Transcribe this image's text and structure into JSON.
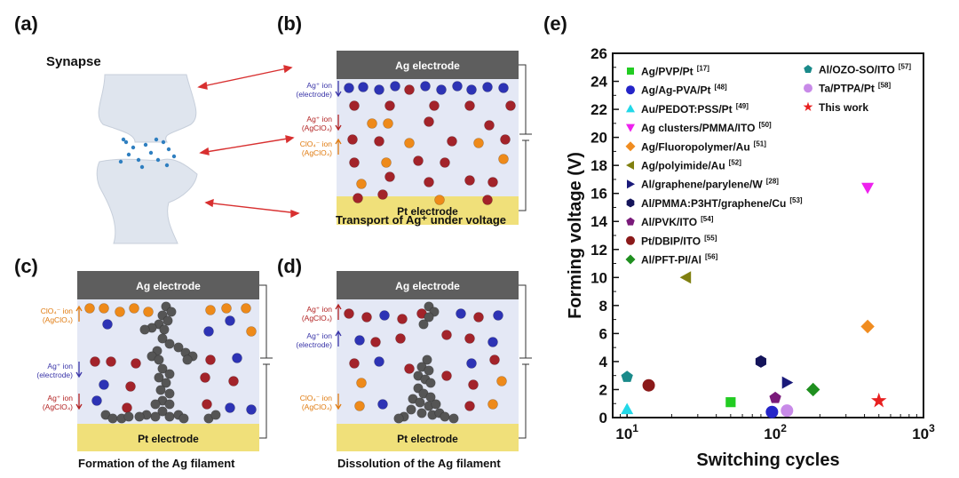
{
  "panels": {
    "a": {
      "label": "(a)",
      "title": "Synapse"
    },
    "b": {
      "label": "(b)",
      "top_electrode": "Ag electrode",
      "bottom_electrode": "Pt electrode",
      "ions": [
        {
          "line1": "Ag⁺ ion",
          "line2": "(electrode)",
          "color": "#3a35a8",
          "dir": "down"
        },
        {
          "line1": "Ag⁺ ion",
          "line2": "(AgClO₄)",
          "color": "#b22222",
          "dir": "down"
        },
        {
          "line1": "ClO₄⁻ ion",
          "line2": "(AgClO₄)",
          "color": "#e07b10",
          "dir": "up"
        }
      ],
      "caption": "Transport of Ag⁺ under voltage"
    },
    "c": {
      "label": "(c)",
      "top_electrode": "Ag electrode",
      "bottom_electrode": "Pt electrode",
      "ions": [
        {
          "line1": "ClO₄⁻ ion",
          "line2": "(AgClO₄)",
          "color": "#e07b10",
          "dir": "up"
        },
        {
          "line1": "Ag⁺ ion",
          "line2": "(electrode)",
          "color": "#3a35a8",
          "dir": "down"
        },
        {
          "line1": "Ag⁺ ion",
          "line2": "(AgClO₄)",
          "color": "#b22222",
          "dir": "down"
        }
      ],
      "caption": "Formation of the Ag filament"
    },
    "d": {
      "label": "(d)",
      "top_electrode": "Ag electrode",
      "bottom_electrode": "Pt electrode",
      "ions": [
        {
          "line1": "Ag⁺ ion",
          "line2": "(AgClO₄)",
          "color": "#b22222",
          "dir": "up"
        },
        {
          "line1": "Ag⁺ ion",
          "line2": "(electrode)",
          "color": "#3a35a8",
          "dir": "up"
        },
        {
          "line1": "ClO₄⁻ ion",
          "line2": "(AgClO₄)",
          "color": "#e07b10",
          "dir": "down"
        }
      ],
      "caption": "Dissolution of the Ag filament"
    },
    "e": {
      "label": "(e)"
    }
  },
  "chart_data": {
    "type": "scatter",
    "xlabel": "Switching cycles",
    "ylabel": "Forming voltage (V)",
    "xscale": "log",
    "xlim": [
      8,
      1000
    ],
    "ylim": [
      0,
      26
    ],
    "x_ticks": [
      {
        "base": "10",
        "exp": "1",
        "value": 10
      },
      {
        "base": "10",
        "exp": "2",
        "value": 100
      },
      {
        "base": "10",
        "exp": "3",
        "value": 1000
      }
    ],
    "y_ticks": [
      0,
      2,
      4,
      6,
      8,
      10,
      12,
      14,
      16,
      18,
      20,
      22,
      24,
      26
    ],
    "legend_placement": "top",
    "series": [
      {
        "name": "Ag/PVP/Pt",
        "ref": "[17]",
        "marker": "square",
        "color": "#22cc22",
        "x": 50,
        "y": 1.1
      },
      {
        "name": "Ag/Ag-PVA/Pt",
        "ref": "[48]",
        "marker": "circle",
        "color": "#2424c8",
        "x": 95,
        "y": 0.4
      },
      {
        "name": "Au/PEDOT:PSS/Pt",
        "ref": "[49]",
        "marker": "triangle-up",
        "color": "#22d8e8",
        "x": 10,
        "y": 0.6
      },
      {
        "name": "Ag clusters/PMMA/ITO",
        "ref": "[50]",
        "marker": "triangle-down",
        "color": "#ee22ee",
        "x": 420,
        "y": 16.4
      },
      {
        "name": "Ag/Fluoropolymer/Au",
        "ref": "[51]",
        "marker": "diamond",
        "color": "#f08c20",
        "x": 420,
        "y": 6.5
      },
      {
        "name": "Ag/polyimide/Au",
        "ref": "[52]",
        "marker": "triangle-left",
        "color": "#808010",
        "x": 25,
        "y": 10
      },
      {
        "name": "Al/graphene/parylene/W",
        "ref": "[28]",
        "marker": "triangle-right",
        "color": "#1a1a7a",
        "x": 120,
        "y": 2.5
      },
      {
        "name": "Al/PMMA:P3HT/graphene/Cu",
        "ref": "[53]",
        "marker": "hexagon",
        "color": "#14145a",
        "x": 80,
        "y": 4.0
      },
      {
        "name": "Al/PVK/ITO",
        "ref": "[54]",
        "marker": "pentagon",
        "color": "#7a1a7a",
        "x": 100,
        "y": 1.4
      },
      {
        "name": "Pt/DBIP/ITO",
        "ref": "[55]",
        "marker": "circle",
        "color": "#8b1a1a",
        "x": 14,
        "y": 2.3
      },
      {
        "name": "Al/PFT-PI/Al",
        "ref": "[56]",
        "marker": "diamond",
        "color": "#1f8f1f",
        "x": 180,
        "y": 2.0
      },
      {
        "name": "Al/OZO-SO/ITO",
        "ref": "[57]",
        "marker": "pentagon",
        "color": "#1a8a8a",
        "x": 10,
        "y": 2.9
      },
      {
        "name": "Ta/PTPA/Pt",
        "ref": "[58]",
        "marker": "circle",
        "color": "#c88ae8",
        "x": 120,
        "y": 0.5
      },
      {
        "name": "This work",
        "ref": "",
        "marker": "star",
        "color": "#e82020",
        "x": 500,
        "y": 1.2
      }
    ]
  }
}
